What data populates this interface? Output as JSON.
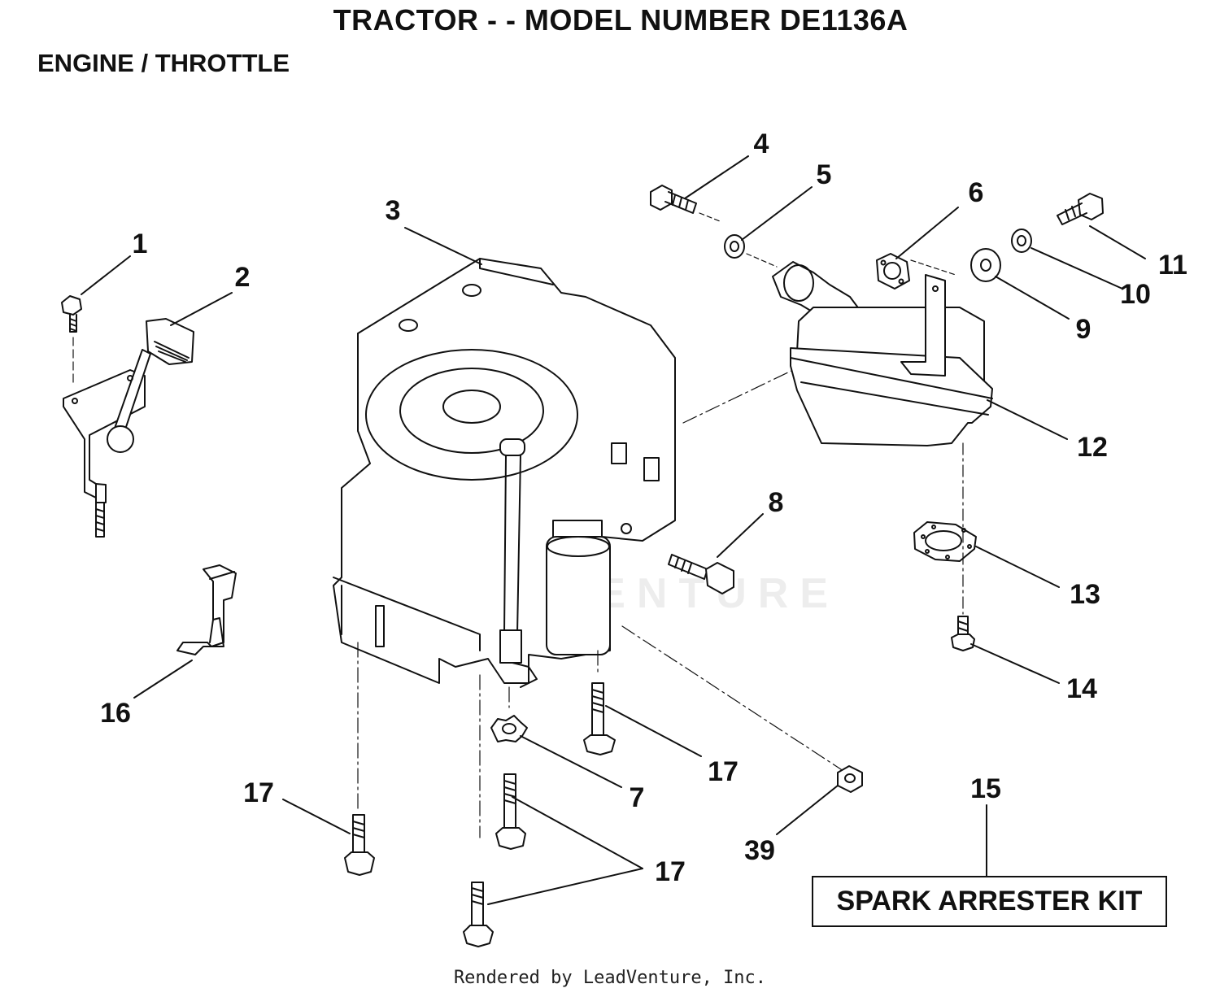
{
  "header": {
    "title": "TRACTOR - - MODEL NUMBER DE1136A",
    "subtitle": "ENGINE / THROTTLE"
  },
  "callouts": {
    "c1": "1",
    "c2": "2",
    "c3": "3",
    "c4": "4",
    "c5": "5",
    "c6": "6",
    "c7": "7",
    "c8": "8",
    "c9": "9",
    "c10": "10",
    "c11": "11",
    "c12": "12",
    "c13": "13",
    "c14": "14",
    "c15": "15",
    "c16": "16",
    "c17a": "17",
    "c17b": "17",
    "c17c": "17",
    "c39": "39"
  },
  "kit_label": "SPARK ARRESTER KIT",
  "watermark": "LEADVENTURE",
  "footer": "Rendered by LeadVenture, Inc."
}
